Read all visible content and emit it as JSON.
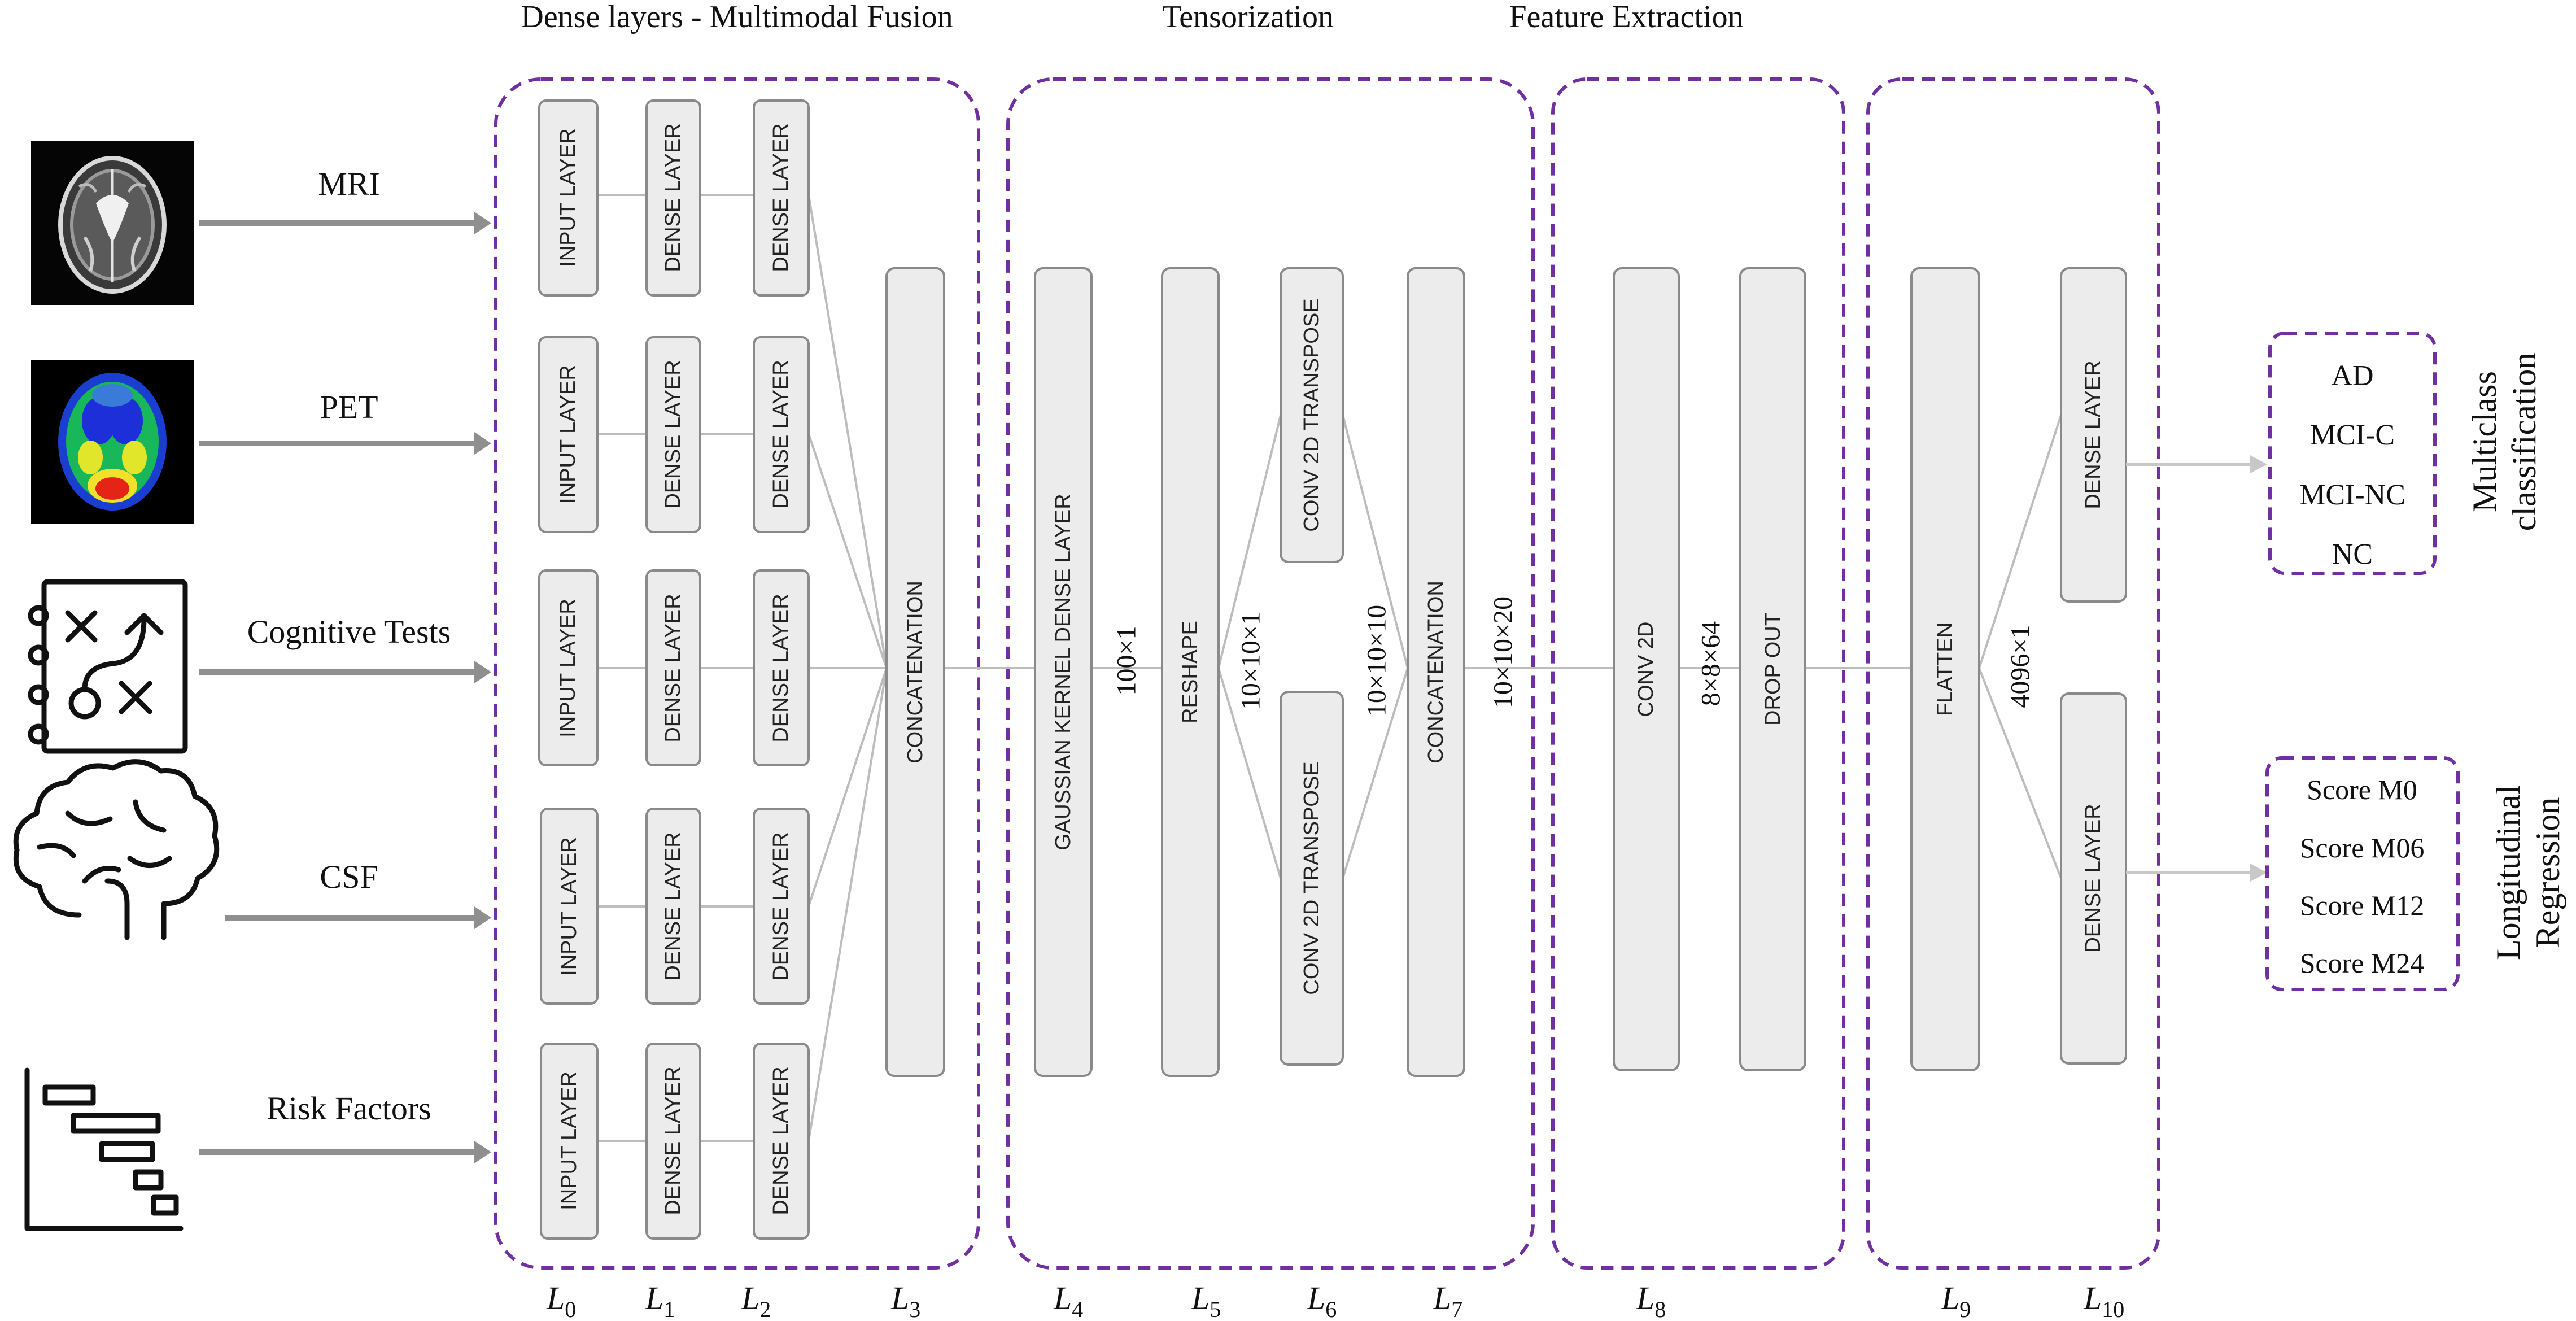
{
  "sections": {
    "fusion": "Dense layers - Multimodal Fusion",
    "tensorization": "Tensorization",
    "feature_extraction": "Feature Extraction"
  },
  "inputs": [
    {
      "label": "MRI",
      "icon": "mri-scan-image"
    },
    {
      "label": "PET",
      "icon": "pet-scan-image"
    },
    {
      "label": "Cognitive Tests",
      "icon": "strategy-board-icon"
    },
    {
      "label": "CSF",
      "icon": "brain-icon"
    },
    {
      "label": "Risk Factors",
      "icon": "gantt-chart-icon"
    }
  ],
  "layers": {
    "input": "INPUT LAYER",
    "dense": "DENSE LAYER",
    "concatenation": "CONCATENATION",
    "gaussian": "GAUSSIAN KERNEL DENSE LAYER",
    "reshape": "RESHAPE",
    "conv_transpose": "CONV 2D TRANSPOSE",
    "conv2d": "CONV 2D",
    "dropout": "DROP OUT",
    "flatten": "FLATTEN"
  },
  "dims": {
    "gaussian_out": "100×1",
    "reshape_out": "10×10×1",
    "transpose_out": "10×10×10",
    "concat_out": "10×10×20",
    "conv_out": "8×8×64",
    "flatten_out": "4096×1"
  },
  "layer_indices": [
    {
      "base": "L",
      "sub": "0"
    },
    {
      "base": "L",
      "sub": "1"
    },
    {
      "base": "L",
      "sub": "2"
    },
    {
      "base": "L",
      "sub": "3"
    },
    {
      "base": "L",
      "sub": "4"
    },
    {
      "base": "L",
      "sub": "5"
    },
    {
      "base": "L",
      "sub": "6"
    },
    {
      "base": "L",
      "sub": "7"
    },
    {
      "base": "L",
      "sub": "8"
    },
    {
      "base": "L",
      "sub": "9"
    },
    {
      "base": "L",
      "sub": "10"
    }
  ],
  "outputs": {
    "classification": {
      "title_line1": "Multiclass",
      "title_line2": "classification",
      "classes": [
        "AD",
        "MCI-C",
        "MCI-NC",
        "NC"
      ]
    },
    "regression": {
      "title_line1": "Longitudinal",
      "title_line2": "Regression",
      "scores": [
        "Score M0",
        "Score M06",
        "Score M12",
        "Score M24"
      ]
    }
  },
  "colors": {
    "group_border": "#7030a0",
    "layer_fill": "#ececec",
    "layer_border": "#8a8a8a"
  }
}
